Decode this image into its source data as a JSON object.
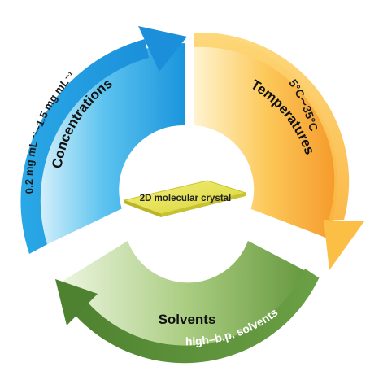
{
  "center": {
    "label": "2D molecular crystal"
  },
  "segments": [
    {
      "key": "concentrations",
      "label": "Concentrations",
      "range_label": "0.2 mg mL⁻¹~1.5 mg mL⁻¹"
    },
    {
      "key": "temperatures",
      "label": "Temperatures",
      "range_label": "5°C∼35°C"
    },
    {
      "key": "solvents",
      "label": "Solvents",
      "range_label": "high–b.p. solvents"
    }
  ],
  "colors": {
    "concentrations": "#1e9be0",
    "temperatures": "#f9b531",
    "solvents": "#5e8f3a",
    "crystal": "#e7e64a"
  }
}
